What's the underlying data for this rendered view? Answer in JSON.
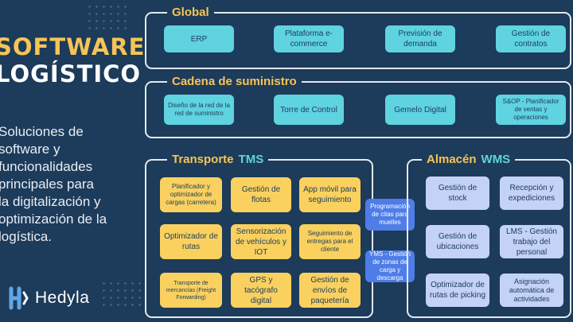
{
  "left": {
    "title_line1": "SOFTWARE",
    "title_line2": "LOGÍSTICO",
    "description": [
      "Soluciones de",
      "software y",
      "funcionalidades",
      "principales para",
      "la digitalización y",
      "optimización de la",
      "logística."
    ],
    "logo_text": "Hedyla"
  },
  "global": {
    "label": "Global",
    "items": [
      "ERP",
      "Plataforma e-commerce",
      "Previsión de demanda",
      "Gestión de contratos"
    ]
  },
  "supply_chain": {
    "label": "Cadena de suministro",
    "items": [
      "Diseño de la red de la red de suministro",
      "Torre de Control",
      "Gemelo Digital",
      "S&OP - Planificador de ventas y operaciones"
    ]
  },
  "transport": {
    "label": "Transporte",
    "acronym": "TMS",
    "items": [
      "Planificador y optimizador de cargas (carretera)",
      "Gestión de flotas",
      "App móvil para seguimiento",
      "Optimizador de rutas",
      "Sensorización de vehículos y IOT",
      "Seguimiento de entregas para el cliente",
      "Transporte de mercancías (Freight Forwarding)",
      "GPS y tacógrafo digital",
      "Gestión de envíos de paquetería"
    ]
  },
  "bridge": {
    "items": [
      "Programación de citas para muelles",
      "YMS - Gestión de zonas de carga y descarga"
    ]
  },
  "warehouse": {
    "label": "Almacén",
    "acronym": "WMS",
    "items": [
      "Gestión de stock",
      "Recepción y expediciones",
      "Gestión de ubicaciones",
      "LMS - Gestión trabajo del personal",
      "Optimizador de rutas de picking",
      "Asignación automática de actividades"
    ]
  },
  "colors": {
    "background": "#1d3b5a",
    "accent_yellow": "#f6c456",
    "accent_cyan": "#5fd3e0",
    "lavender": "#c3d2f6",
    "bridge_blue": "#4f7de8"
  }
}
